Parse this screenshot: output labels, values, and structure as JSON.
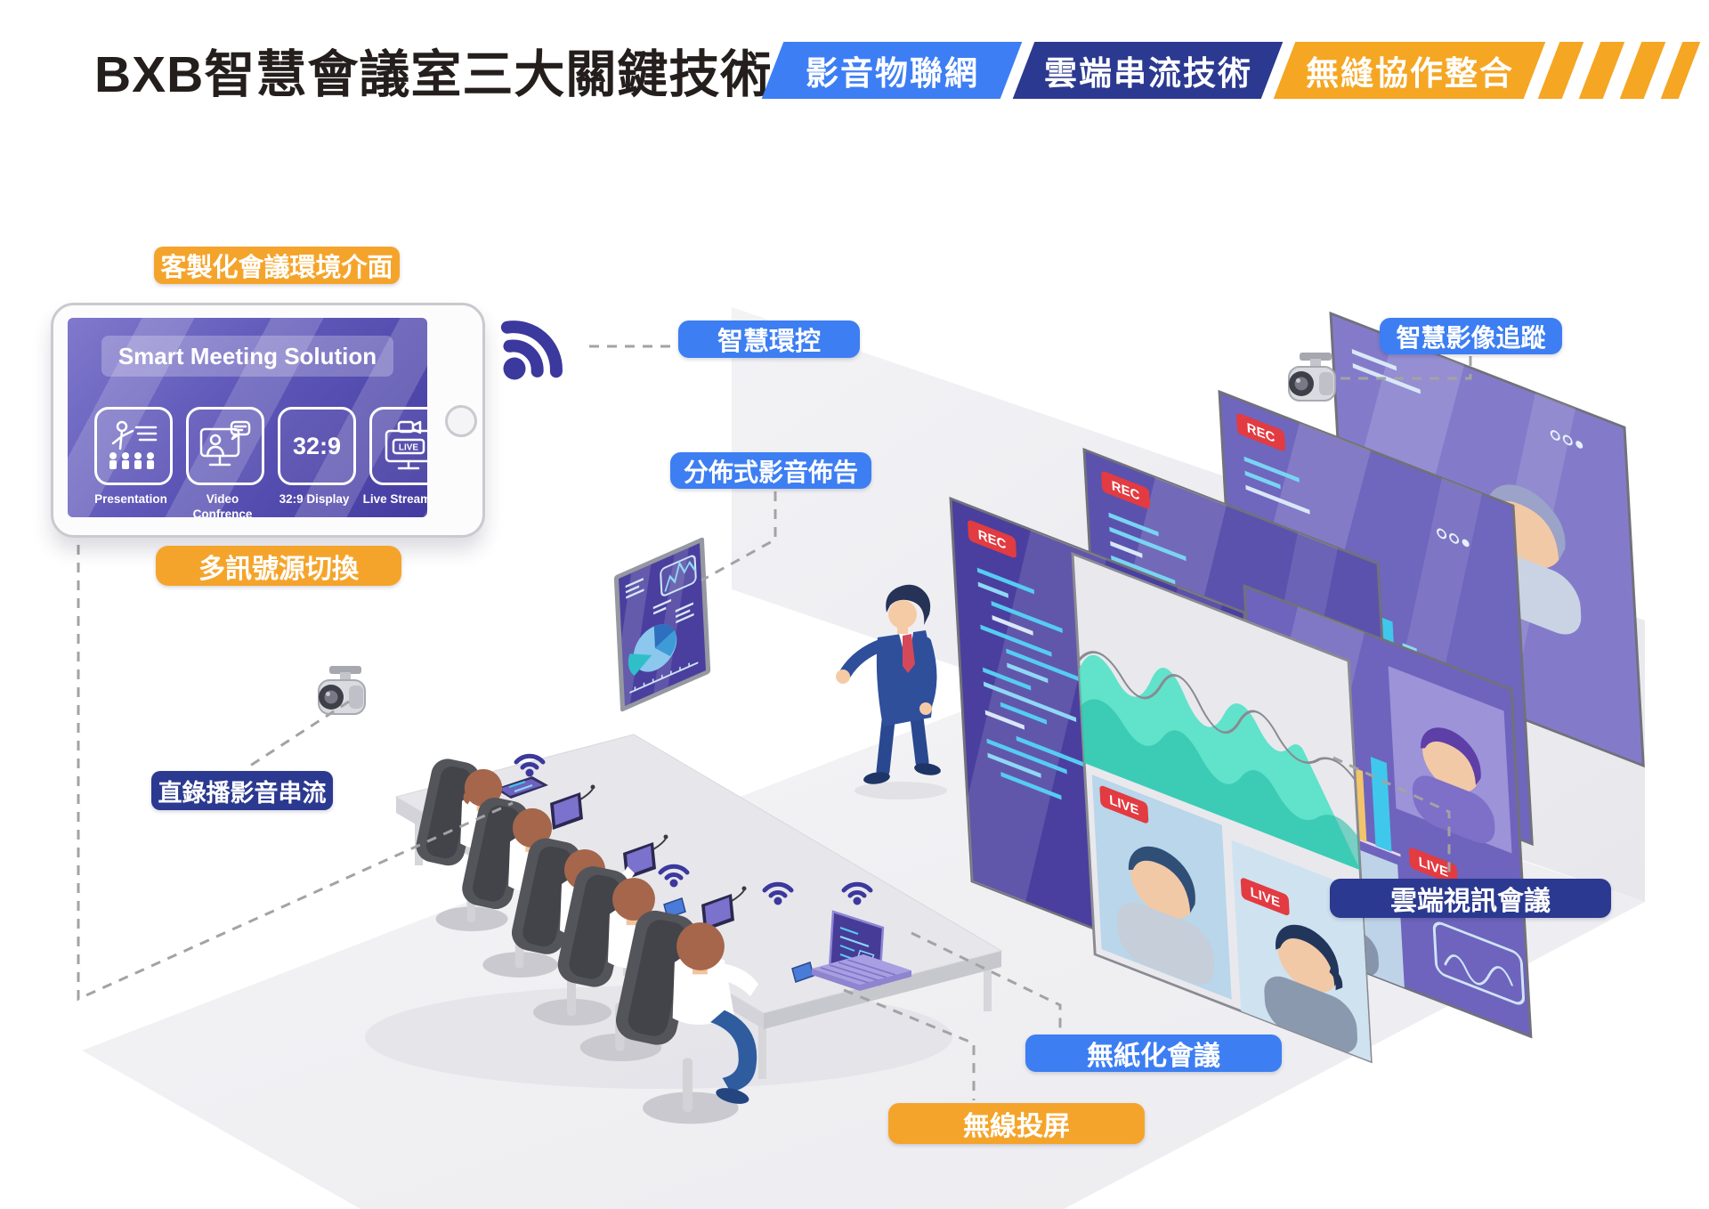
{
  "header": {
    "title": "BXB智慧會議室三大關鍵技術",
    "banners": [
      {
        "id": "av-iot",
        "label": "影音物聯網"
      },
      {
        "id": "cloud-streaming",
        "label": "雲端串流技術"
      },
      {
        "id": "seamless-collab",
        "label": "無縫協作整合"
      }
    ]
  },
  "callouts": {
    "custom_ui": "客製化會議環境介面",
    "multi_source": "多訊號源切換",
    "env_control": "智慧環控",
    "distributed_av": "分佈式影音佈告",
    "video_tracking": "智慧影像追蹤",
    "live_stream": "直錄播影音串流",
    "cloud_vc": "雲端視訊會議",
    "paperless": "無紙化會議",
    "wireless_cast": "無線投屏"
  },
  "tablet_ui": {
    "title": "Smart Meeting Solution",
    "apps": [
      {
        "label": "Presentation"
      },
      {
        "label": "Video Confrence"
      },
      {
        "label": "32:9 Display",
        "tile": "32:9"
      },
      {
        "label": "Live Streaming",
        "tile": "LIVE"
      }
    ]
  },
  "screen_badges": {
    "rec": "REC",
    "live": "LIVE"
  },
  "colors": {
    "orange": "#F5A623",
    "bright_blue": "#3D7EF2",
    "navy": "#2B3990",
    "wifi_purple": "#3B389E",
    "screen_purple": "#4A3F9E",
    "badge_red": "#E23B41",
    "dash_gray": "#A3A3A3",
    "title_ink": "#241E1C"
  }
}
